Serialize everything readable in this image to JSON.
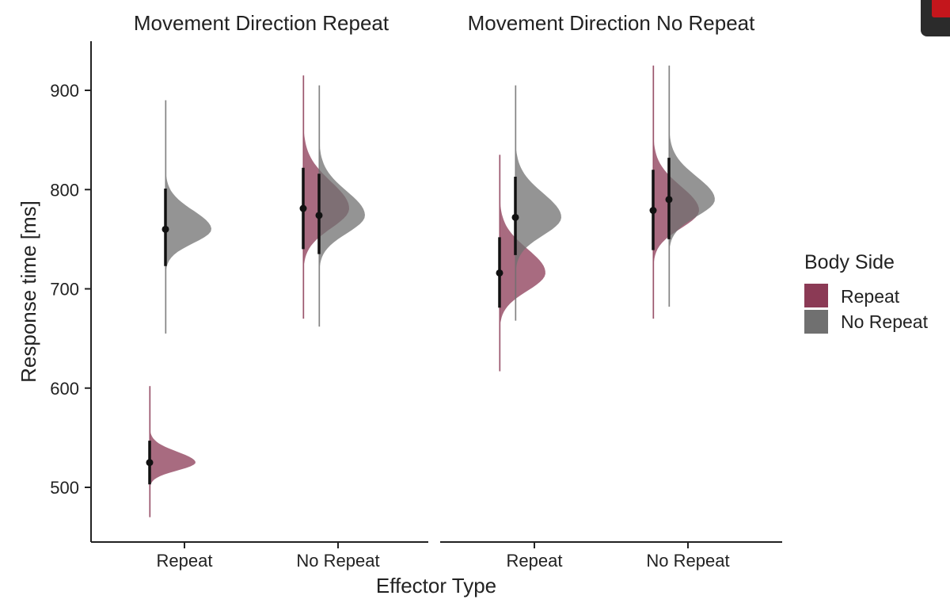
{
  "chart_data": {
    "type": "violin",
    "ylabel": "Response time [ms]",
    "xlabel": "Effector Type",
    "ylim": [
      450,
      950
    ],
    "yticks": [
      500,
      600,
      700,
      800,
      900
    ],
    "categories": [
      "Repeat",
      "No Repeat"
    ],
    "legend": {
      "title": "Body Side",
      "placement": "right",
      "entries": [
        {
          "label": "Repeat",
          "color": "#8b3a55"
        },
        {
          "label": "No Repeat",
          "color": "#707070"
        }
      ]
    },
    "panels": [
      {
        "title": "Movement Direction Repeat",
        "groups": [
          {
            "effector": "Repeat",
            "body_side": "Repeat",
            "mean": 525,
            "ci": [
              503,
              547
            ],
            "range": [
              470,
              602
            ],
            "sd": 8
          },
          {
            "effector": "Repeat",
            "body_side": "No Repeat",
            "mean": 760,
            "ci": [
              723,
              801
            ],
            "range": [
              655,
              890
            ],
            "sd": 14
          },
          {
            "effector": "No Repeat",
            "body_side": "Repeat",
            "mean": 781,
            "ci": [
              740,
              822
            ],
            "range": [
              670,
              915
            ],
            "sd": 20
          },
          {
            "effector": "No Repeat",
            "body_side": "No Repeat",
            "mean": 774,
            "ci": [
              735,
              816
            ],
            "range": [
              662,
              905
            ],
            "sd": 18
          }
        ]
      },
      {
        "title": "Movement Direction No Repeat",
        "groups": [
          {
            "effector": "Repeat",
            "body_side": "Repeat",
            "mean": 716,
            "ci": [
              681,
              752
            ],
            "range": [
              617,
              835
            ],
            "sd": 18
          },
          {
            "effector": "Repeat",
            "body_side": "No Repeat",
            "mean": 772,
            "ci": [
              734,
              813
            ],
            "range": [
              668,
              905
            ],
            "sd": 18
          },
          {
            "effector": "No Repeat",
            "body_side": "Repeat",
            "mean": 779,
            "ci": [
              739,
              820
            ],
            "range": [
              670,
              925
            ],
            "sd": 18
          },
          {
            "effector": "No Repeat",
            "body_side": "No Repeat",
            "mean": 790,
            "ci": [
              750,
              832
            ],
            "range": [
              682,
              925
            ],
            "sd": 17
          }
        ]
      }
    ]
  },
  "icons": {
    "corner": "pdf-icon"
  }
}
